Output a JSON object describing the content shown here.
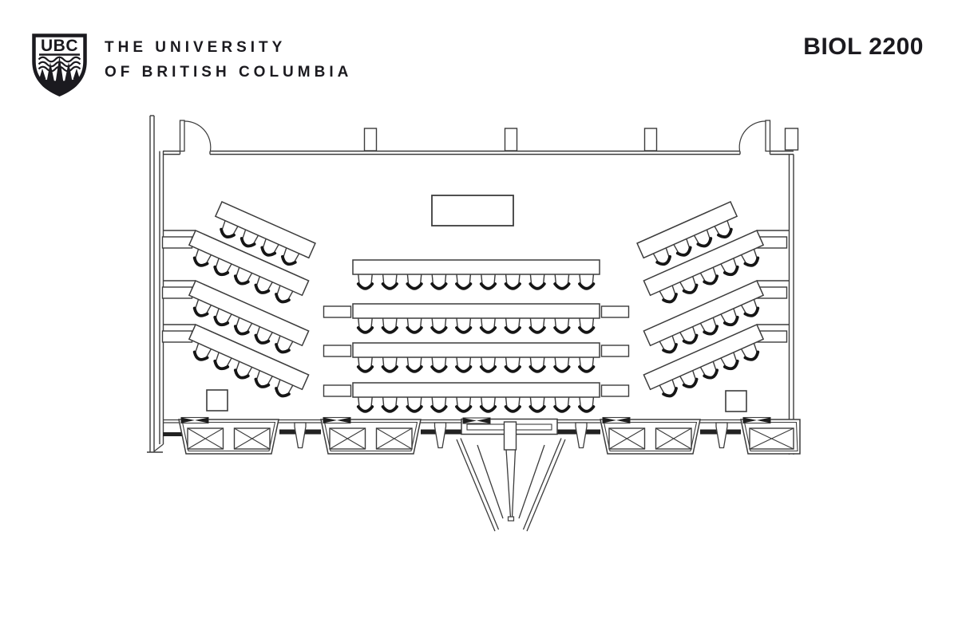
{
  "header": {
    "logo_acronym": "UBC",
    "university_line1": "THE UNIVERSITY",
    "university_line2": "OF BRITISH COLUMBIA",
    "course_code": "BIOL 2200"
  },
  "floorplan": {
    "type": "classroom-floor-plan",
    "center_section": {
      "rows": 4,
      "seats_per_row": 10
    },
    "left_section": {
      "rows": 4,
      "seats_per_row": [
        4,
        5,
        5,
        5
      ]
    },
    "right_section": {
      "rows": 4,
      "seats_per_row": [
        4,
        5,
        5,
        5
      ]
    },
    "total_seats": 78,
    "doors": 2,
    "wall_columns": 3,
    "back_benches": 4,
    "projection_screen": true
  },
  "colors": {
    "background": "#ffffff",
    "ink": "#1b1a1f",
    "plan_line": "#3c3c3c",
    "chair_shadow": "#151515"
  }
}
